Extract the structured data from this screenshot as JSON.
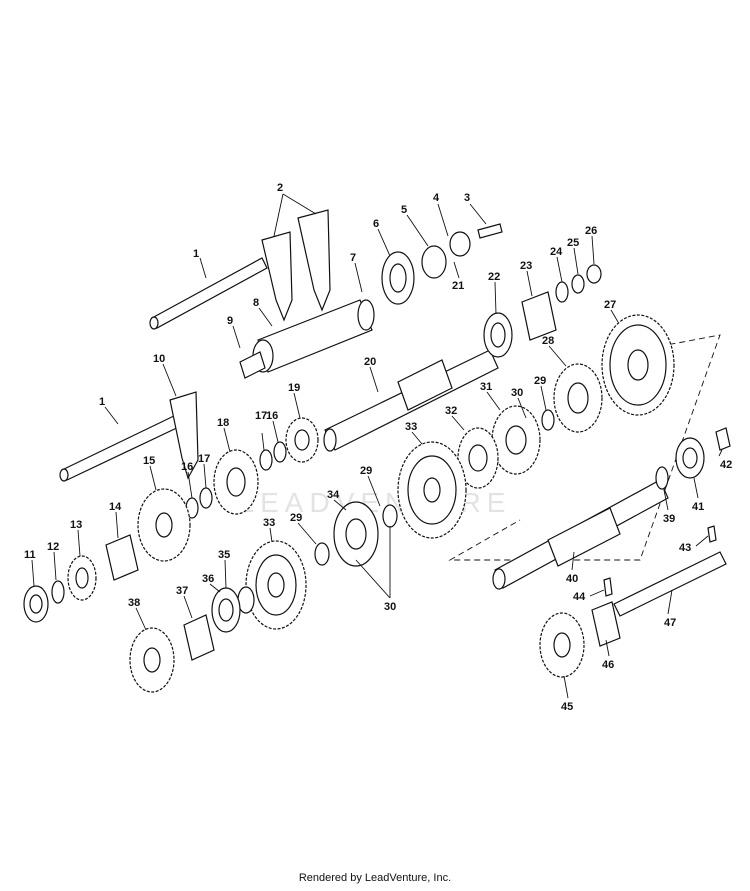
{
  "diagram": {
    "labels": [
      "1",
      "2",
      "3",
      "4",
      "5",
      "6",
      "7",
      "8",
      "9",
      "10",
      "11",
      "12",
      "13",
      "14",
      "15",
      "16",
      "17",
      "18",
      "19",
      "20",
      "21",
      "22",
      "23",
      "24",
      "25",
      "26",
      "27",
      "28",
      "29",
      "30",
      "31",
      "32",
      "33",
      "34",
      "35",
      "36",
      "37",
      "38",
      "39",
      "40",
      "41",
      "42",
      "43",
      "44",
      "45",
      "46",
      "47"
    ],
    "watermark": "LEADVENTURE"
  },
  "footer": {
    "text": "Rendered by LeadVenture, Inc."
  }
}
